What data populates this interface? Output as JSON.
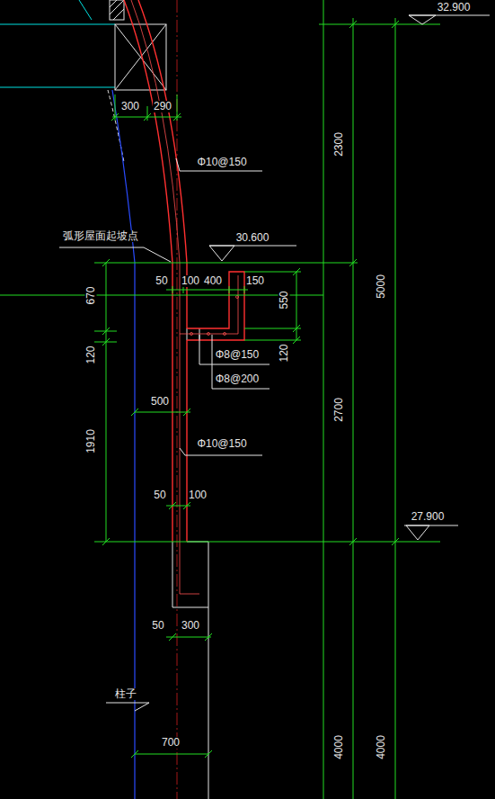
{
  "diagram": {
    "labels": [
      "32.900",
      "300",
      "290",
      "Φ10@150",
      "2300",
      "弧形屋面起坡点",
      "30.600",
      "5000",
      "50",
      "100",
      "400",
      "150",
      "670",
      "550",
      "120",
      "120",
      "Φ8@150",
      "Φ8@200",
      "2700",
      "500",
      "1910",
      "Φ10@150",
      "50",
      "100",
      "27.900",
      "50",
      "300",
      "柱子",
      "700",
      "4000",
      "4000"
    ]
  }
}
